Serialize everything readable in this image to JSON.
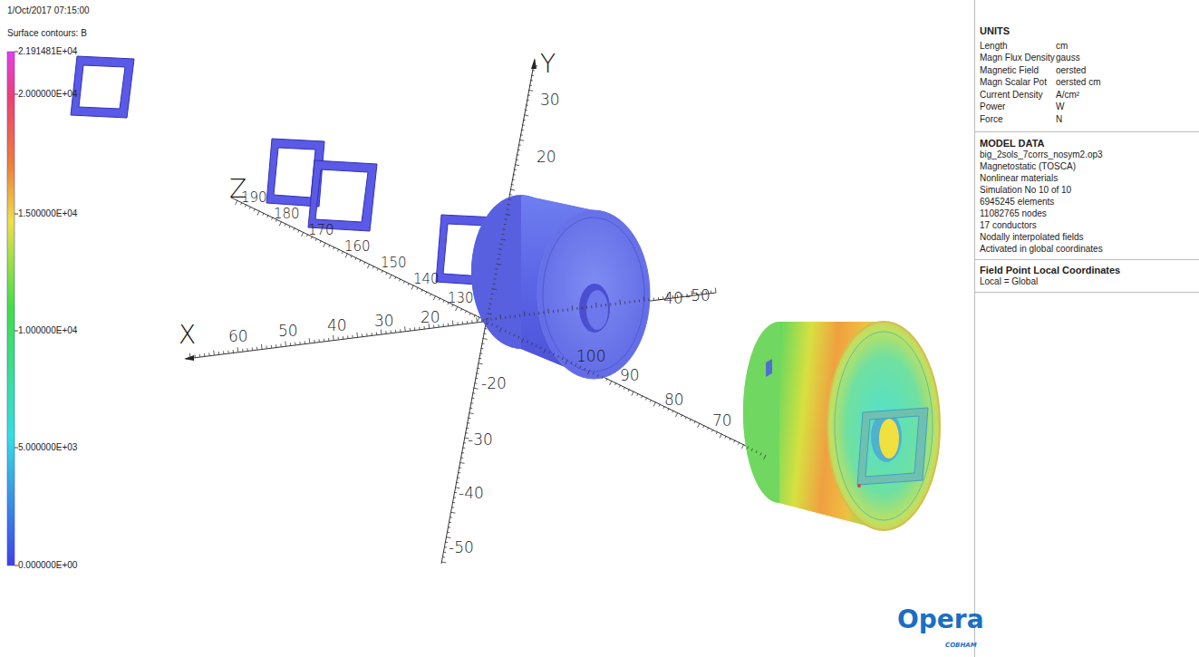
{
  "diagram": {
    "labels": [
      "1/Oct/2017 07:15:00",
      "Surface contours: B",
      "2.191481E+04",
      "2.000000E+04",
      "1.500000E+04",
      "1.000000E+04",
      "5.000000E+03",
      "0.000000E+00",
      "Y",
      "30",
      "20",
      "Z",
      "190",
      "180",
      "170",
      "160",
      "150",
      "140",
      "130",
      "X",
      "60",
      "50",
      "40",
      "30",
      "20",
      "-40",
      "-50",
      "-20",
      "-30",
      "-40",
      "-50",
      "100",
      "90",
      "80",
      "70",
      "UNITS",
      "Length",
      "cm",
      "Magn Flux Density",
      "gauss",
      "Magnetic Field",
      "oersted",
      "Magn Scalar Pot",
      "oersted cm",
      "Current Density",
      "A/cm²",
      "Power",
      "W",
      "Force",
      "N",
      "MODEL DATA",
      "big_2sols_7corrs_nosym2.op3",
      "Magnetostatic (TOSCA)",
      "Nonlinear materials",
      "Simulation No 10 of 10",
      "6945245 elements",
      "11082765 nodes",
      "17 conductors",
      "Nodally interpolated fields",
      "Activated in global coordinates",
      "Field Point Local Coordinates",
      "Local = Global",
      "Opera",
      "COBHAM"
    ]
  }
}
